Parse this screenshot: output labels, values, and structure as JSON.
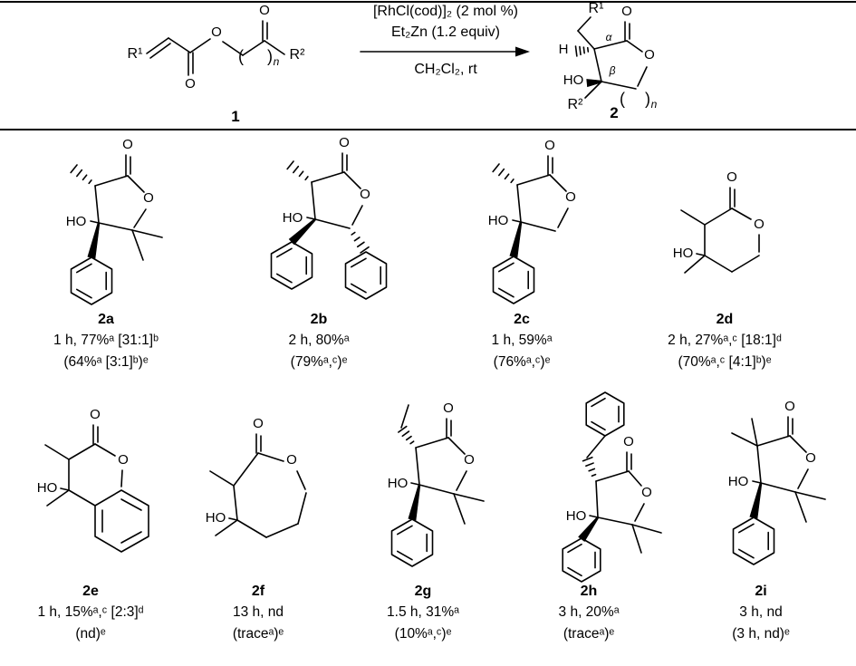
{
  "scheme": {
    "substrate": {
      "r1": "R¹",
      "r2": "R²",
      "label": "1"
    },
    "product": {
      "r1": "R¹",
      "r2": "R²",
      "h": "H",
      "alpha": "α",
      "beta": "β",
      "label": "2"
    },
    "conditions": {
      "catalyst": "[RhCl(cod)]₂ (2 mol %)",
      "reagent": "Et₂Zn (1.2 equiv)",
      "solvent": "CH₂Cl₂, rt"
    }
  },
  "atom": {
    "o": "O",
    "ho": "HO",
    "n": "n",
    "paren_open": "(",
    "paren_close": ")"
  },
  "compounds": [
    {
      "id": "2a",
      "yield1": "1 h, 77%ᵃ [31:1]ᵇ",
      "yield2": "(64%ᵃ [3:1]ᵇ)ᵉ"
    },
    {
      "id": "2b",
      "yield1": "2 h, 80%ᵃ",
      "yield2": "(79%ᵃ,ᶜ)ᵉ"
    },
    {
      "id": "2c",
      "yield1": "1 h, 59%ᵃ",
      "yield2": "(76%ᵃ,ᶜ)ᵉ"
    },
    {
      "id": "2d",
      "yield1": "2 h, 27%ᵃ,ᶜ [18:1]ᵈ",
      "yield2": "(70%ᵃ,ᶜ [4:1]ᵇ)ᵉ"
    },
    {
      "id": "2e",
      "yield1": "1 h, 15%ᵃ,ᶜ [2:3]ᵈ",
      "yield2": "(nd)ᵉ"
    },
    {
      "id": "2f",
      "yield1": "13 h, nd",
      "yield2": "(traceᵃ)ᵉ"
    },
    {
      "id": "2g",
      "yield1": "1.5 h, 31%ᵃ",
      "yield2": "(10%ᵃ,ᶜ)ᵉ"
    },
    {
      "id": "2h",
      "yield1": "3 h, 20%ᵃ",
      "yield2": "(traceᵃ)ᵉ"
    },
    {
      "id": "2i",
      "yield1": "3 h, nd",
      "yield2": "(3 h, nd)ᵉ"
    }
  ]
}
